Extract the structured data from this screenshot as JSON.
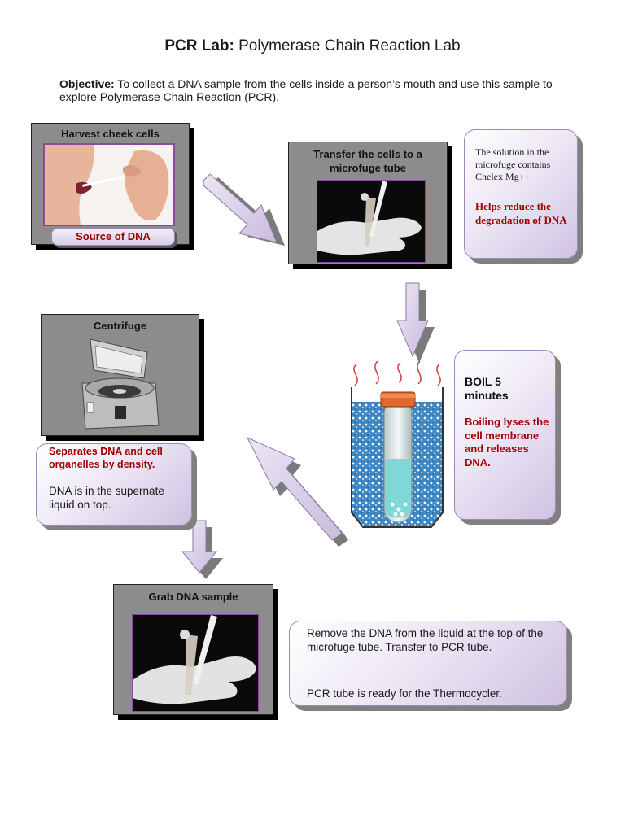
{
  "header": {
    "title_bold": "PCR Lab:",
    "title_rest": " Polymerase Chain Reaction Lab",
    "objective_label": "Objective:",
    "objective_text": "  To collect a DNA sample from the cells inside a person’s mouth and use this sample to explore Polymerase Chain Reaction (PCR)."
  },
  "steps": {
    "harvest": {
      "label": "Harvest cheek cells",
      "caption": "Source of DNA"
    },
    "transfer": {
      "label": "Transfer the cells to a microfuge tube",
      "note_text": "The solution in the microfuge contains Chelex Mg++",
      "note_red": "Helps reduce the degradation of DNA"
    },
    "boil": {
      "heading": "BOIL 5 minutes",
      "note_red": " Boiling lyses the cell membrane and releases DNA."
    },
    "centrifuge": {
      "label": "Centrifuge",
      "note_red": "Separates DNA and cell organelles by density.",
      "note_text": "DNA is in the supernate liquid  on top."
    },
    "grab": {
      "label": "Grab DNA sample",
      "note_text1": "Remove the DNA from the liquid at the top of the microfuge tube. Transfer to PCR tube.",
      "note_text2": "PCR tube is ready for the Thermocycler."
    }
  },
  "colors": {
    "accent_red": "#a00000",
    "arrow_fill": "#d8cde8",
    "box_gray": "#8c8c8c"
  }
}
